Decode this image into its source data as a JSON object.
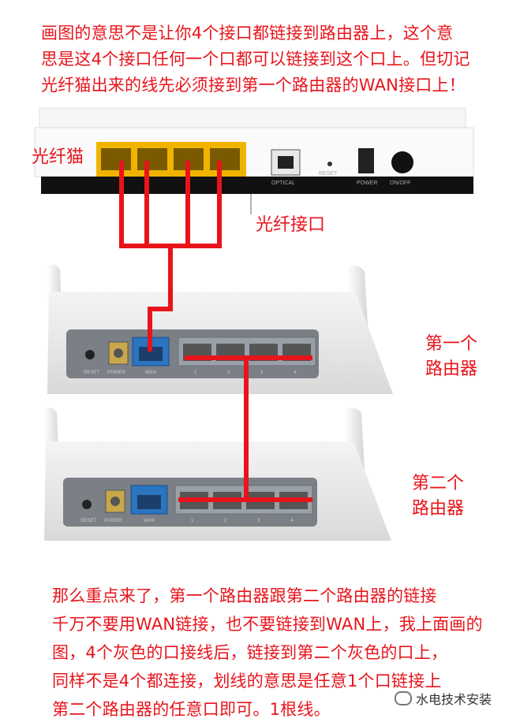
{
  "top_note": {
    "lines": [
      "画图的意思不是让你4个接口都链接到路由器上，这个意",
      "思是这4个接口任何一个口都可以链接到这个口上。但切记",
      "光纤猫出来的线先必须接到第一个路由器的WAN接口上！"
    ]
  },
  "labels": {
    "modem": "光纤猫",
    "optical_port": "光纤接口",
    "router1": [
      "第一个",
      "路由器"
    ],
    "router2": [
      "第二个",
      "路由器"
    ]
  },
  "modem_panel": {
    "port_labels": [
      "OPTICAL",
      "RESET",
      "POWER",
      "ON/OFF"
    ]
  },
  "router_panel": {
    "port_labels": [
      "RESET",
      "POWER",
      "WAN",
      "1",
      "2",
      "3",
      "4"
    ]
  },
  "bottom_note": {
    "lines": [
      "那么重点来了，第一个路由器跟第二个路由器的链接",
      "千万不要用WAN链接，也不要链接到WAN上，我上面画的",
      "图，4个灰色的口接线后，链接到第二个灰色的口上，",
      "同样不是4个都连接，划线的意思是任意1个口链接上",
      "第二个路由器的任意口即可。1根线。"
    ]
  },
  "watermark": "水电技术安装",
  "colors": {
    "annotation_red": "#e8141b",
    "modem_port_yellow": "#f0b400",
    "router_wan_blue": "#2a74c0",
    "router_lan_gray": "#9aa0a8"
  }
}
